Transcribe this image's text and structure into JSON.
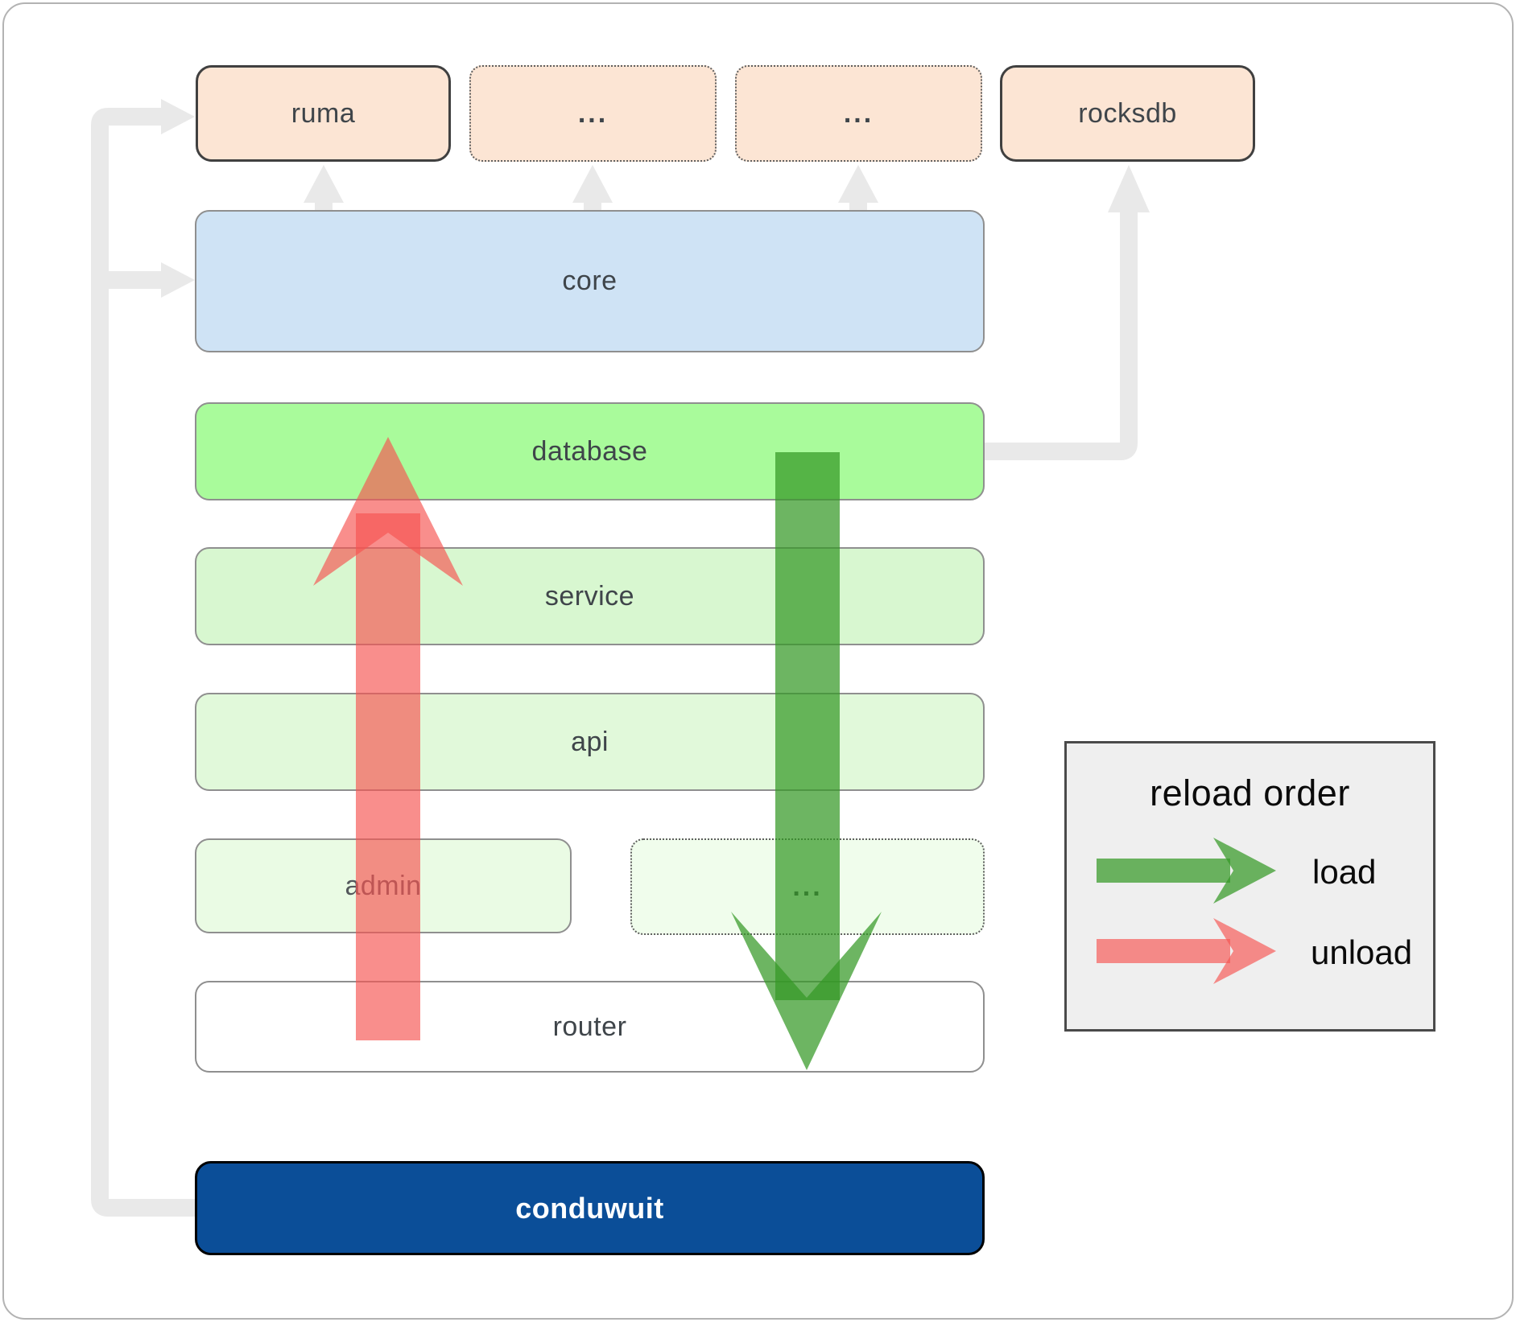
{
  "diagram": {
    "top_row": {
      "ruma_label": "ruma",
      "dots1_label": "...",
      "dots2_label": "...",
      "rocksdb_label": "rocksdb"
    },
    "layers": {
      "core_label": "core",
      "database_label": "database",
      "service_label": "service",
      "api_label": "api",
      "admin_label": "admin",
      "admin_dots_label": "...",
      "router_label": "router",
      "conduwuit_label": "conduwuit"
    }
  },
  "legend": {
    "title": "reload order",
    "load_label": "load",
    "unload_label": "unload"
  },
  "colors": {
    "peach_fill": "#fce5d4",
    "core_blue_fill": "#cfe3f5",
    "database_green_fill": "#a9fb9b",
    "service_green_fill": "#d8f7d0",
    "api_green_fill": "#e1f9da",
    "admin_green_fill": "#eafbe4",
    "admin_dots_green_fill": "#f0fdec",
    "router_fill": "#ffffff",
    "conduwuit_blue_fill": "#0b4e98",
    "legend_bg": "#efefef",
    "load_arrow_green": "rgba(52,152,38,0.72)",
    "unload_arrow_red": "rgba(246,84,80,0.66)",
    "connector_gray": "#e9e9e9"
  }
}
